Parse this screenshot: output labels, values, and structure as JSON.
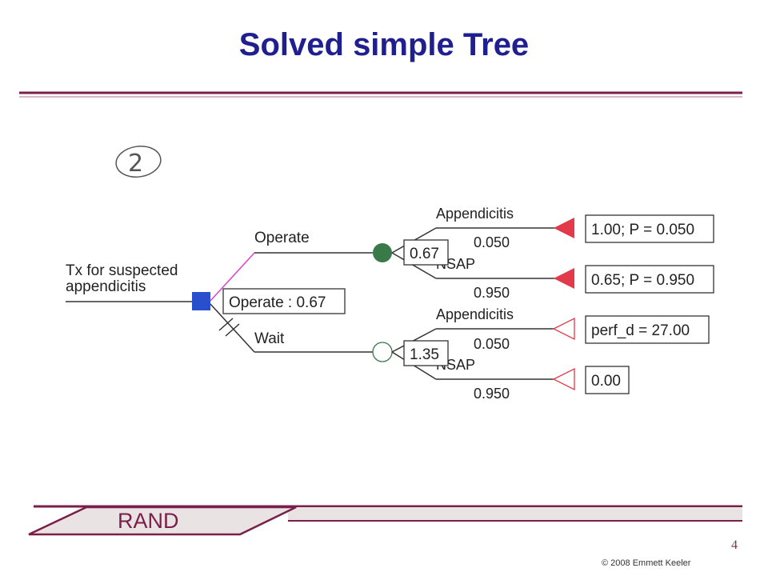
{
  "slide": {
    "title": "Solved simple Tree",
    "page_number": "4",
    "copyright": "© 2008 Emmett Keeler",
    "footer_logo": "RAND"
  },
  "annotation": {
    "handwritten_mark": "2"
  },
  "tree": {
    "root_label_line1": "Tx  for suspected",
    "root_label_line2": "appendicitis",
    "decision_value": "Operate : 0.67",
    "branches": {
      "operate": {
        "label": "Operate",
        "chance_value": "0.67",
        "outcomes": [
          {
            "label": "Appendicitis",
            "probability": "0.050",
            "result": "1.00; P = 0.050"
          },
          {
            "label": "NSAP",
            "probability": "0.950",
            "result": "0.65; P = 0.950"
          }
        ]
      },
      "wait": {
        "label": "Wait",
        "chance_value": "1.35",
        "outcomes": [
          {
            "label": "Appendicitis",
            "probability": "0.050",
            "result": "perf_d = 27.00"
          },
          {
            "label": "NSAP",
            "probability": "0.950",
            "result": "0.00"
          }
        ]
      }
    }
  },
  "colors": {
    "title": "#1f1f8f",
    "rule": "#7a1f4a",
    "decision_node": "#2a4fcc",
    "chosen_path": "#e040c8",
    "chance_filled": "#3a7a4a",
    "terminal": "#e23a4a"
  }
}
